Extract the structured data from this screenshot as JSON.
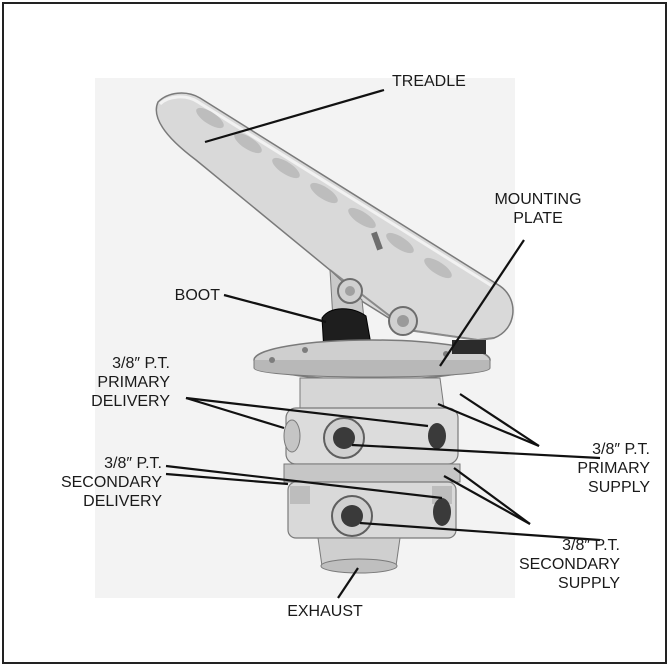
{
  "labels": {
    "treadle": "TREADLE",
    "mounting_plate": [
      "MOUNTING",
      "PLATE"
    ],
    "boot": "BOOT",
    "primary_delivery": [
      "3/8″ P.T.",
      "PRIMARY",
      "DELIVERY"
    ],
    "secondary_delivery": [
      "3/8″ P.T.",
      "SECONDARY",
      "DELIVERY"
    ],
    "primary_supply": [
      "3/8″ P.T.",
      "PRIMARY",
      "SUPPLY"
    ],
    "secondary_supply": [
      "3/8″ P.T.",
      "SECONDARY",
      "SUPPLY"
    ],
    "exhaust": "EXHAUST"
  },
  "colors": {
    "border": "#222222",
    "photo_bg": "#f3f3f3",
    "metal_light": "#dcdcdc",
    "metal_mid": "#c4c4c4",
    "metal_dark": "#8e8e8e",
    "boot": "#1e1e1e",
    "leader": "#111111"
  }
}
